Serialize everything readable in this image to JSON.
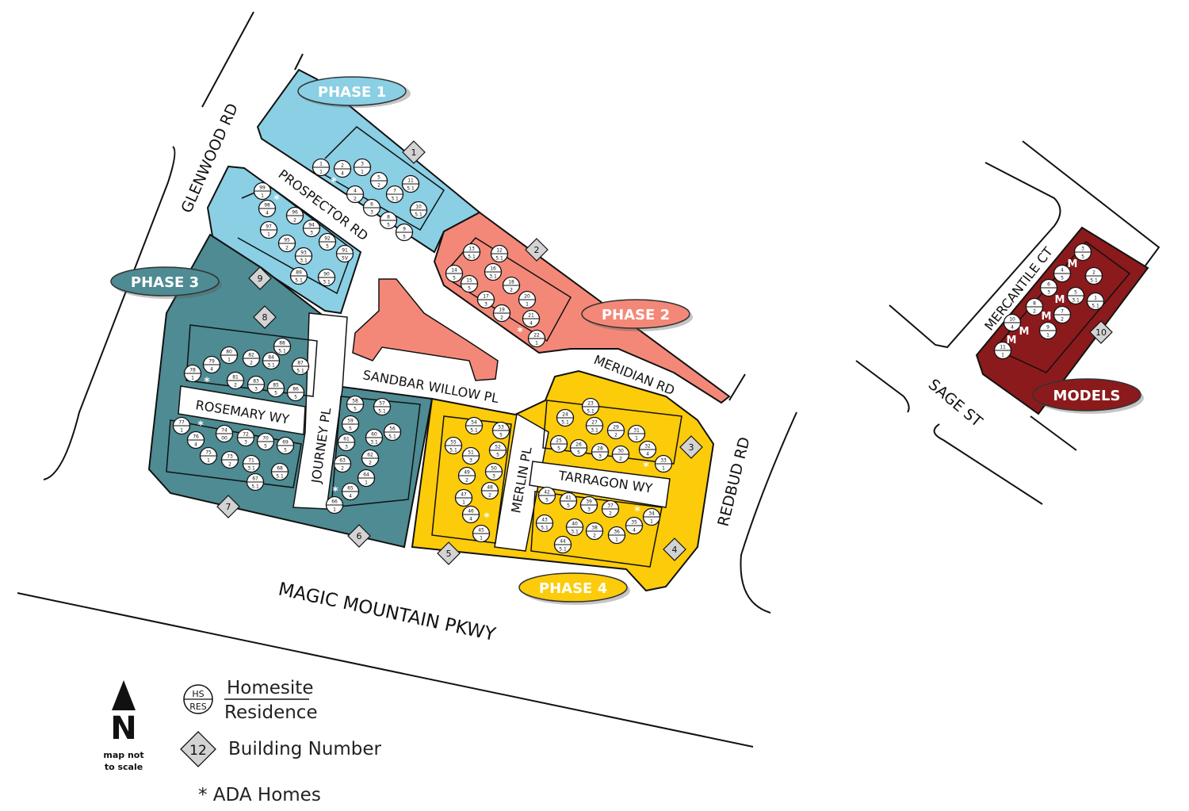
{
  "colors": {
    "phase1": "#8ACFE4",
    "phase2": "#F48878",
    "phase3": "#4E8B93",
    "phase4": "#FCCB0A",
    "models": "#8B1A1C",
    "building_badge": "#D3D3D3"
  },
  "phases": [
    {
      "key": "phase1",
      "label": "PHASE 1"
    },
    {
      "key": "phase2",
      "label": "PHASE 2"
    },
    {
      "key": "phase3",
      "label": "PHASE 3"
    },
    {
      "key": "phase4",
      "label": "PHASE 4"
    },
    {
      "key": "models",
      "label": "MODELS"
    }
  ],
  "streets": {
    "glenwood": "GLENWOOD RD",
    "prospector": "PROSPECTOR RD",
    "sandbar": "SANDBAR WILLOW PL",
    "meridian": "MERIDIAN RD",
    "rosemary": "ROSEMARY WY",
    "journey": "JOURNEY PL",
    "merlin": "MERLIN PL",
    "tarragon": "TARRAGON WY",
    "redbud": "REDBUD RD",
    "magic": "MAGIC MOUNTAIN PKWY",
    "mercantile": "MERCANTILE CT",
    "sage": "SAGE ST"
  },
  "buildings": [
    "1",
    "2",
    "3",
    "4",
    "5",
    "6",
    "7",
    "8",
    "9",
    "10"
  ],
  "homesites": [
    {
      "hs": "1",
      "res": "1"
    },
    {
      "hs": "2",
      "res": "4",
      "ada": true
    },
    {
      "hs": "3",
      "res": "1"
    },
    {
      "hs": "4",
      "res": "2"
    },
    {
      "hs": "5",
      "res": "2"
    },
    {
      "hs": "6",
      "res": "3"
    },
    {
      "hs": "7",
      "res": "3.1"
    },
    {
      "hs": "8",
      "res": "5"
    },
    {
      "hs": "9",
      "res": "5"
    },
    {
      "hs": "10",
      "res": "5.1"
    },
    {
      "hs": "11",
      "res": "5.1"
    },
    {
      "hs": "12",
      "res": "5.1"
    },
    {
      "hs": "13",
      "res": "5.1"
    },
    {
      "hs": "14",
      "res": "5"
    },
    {
      "hs": "15",
      "res": "5"
    },
    {
      "hs": "16",
      "res": "3.1"
    },
    {
      "hs": "17",
      "res": "3"
    },
    {
      "hs": "18",
      "res": "2"
    },
    {
      "hs": "19",
      "res": "2"
    },
    {
      "hs": "20",
      "res": "1"
    },
    {
      "hs": "21",
      "res": "4",
      "ada": true
    },
    {
      "hs": "22",
      "res": "1"
    },
    {
      "hs": "23",
      "res": "5.1"
    },
    {
      "hs": "24",
      "res": "5.1"
    },
    {
      "hs": "25",
      "res": "5"
    },
    {
      "hs": "26",
      "res": "5"
    },
    {
      "hs": "27",
      "res": "3.1"
    },
    {
      "hs": "28",
      "res": "3"
    },
    {
      "hs": "29",
      "res": "2"
    },
    {
      "hs": "30",
      "res": "2"
    },
    {
      "hs": "31",
      "res": "1"
    },
    {
      "hs": "32",
      "res": "4",
      "ada": true
    },
    {
      "hs": "33",
      "res": "1"
    },
    {
      "hs": "34",
      "res": "1"
    },
    {
      "hs": "35",
      "res": "4",
      "ada": true
    },
    {
      "hs": "36",
      "res": "1"
    },
    {
      "hs": "37",
      "res": "2"
    },
    {
      "hs": "38",
      "res": "2"
    },
    {
      "hs": "39",
      "res": "3"
    },
    {
      "hs": "40",
      "res": "3.1"
    },
    {
      "hs": "41",
      "res": "5"
    },
    {
      "hs": "42",
      "res": "5"
    },
    {
      "hs": "43",
      "res": "5.1"
    },
    {
      "hs": "44",
      "res": "5.1"
    },
    {
      "hs": "45",
      "res": "1"
    },
    {
      "hs": "46",
      "res": "4",
      "ada": true
    },
    {
      "hs": "47",
      "res": "1"
    },
    {
      "hs": "48",
      "res": "2"
    },
    {
      "hs": "49",
      "res": "2"
    },
    {
      "hs": "50",
      "res": "3"
    },
    {
      "hs": "51",
      "res": "3"
    },
    {
      "hs": "52",
      "res": "5"
    },
    {
      "hs": "53",
      "res": "5"
    },
    {
      "hs": "54",
      "res": "5.1"
    },
    {
      "hs": "55",
      "res": "5.1"
    },
    {
      "hs": "56",
      "res": "5.1"
    },
    {
      "hs": "57",
      "res": "5.1"
    },
    {
      "hs": "58",
      "res": "5"
    },
    {
      "hs": "59",
      "res": "5"
    },
    {
      "hs": "60",
      "res": "3.1"
    },
    {
      "hs": "61",
      "res": "3"
    },
    {
      "hs": "62",
      "res": "2"
    },
    {
      "hs": "63",
      "res": "2"
    },
    {
      "hs": "64",
      "res": "1"
    },
    {
      "hs": "65",
      "res": "4",
      "ada": true
    },
    {
      "hs": "66",
      "res": "1"
    },
    {
      "hs": "67",
      "res": "5.1"
    },
    {
      "hs": "68",
      "res": "5.1"
    },
    {
      "hs": "69",
      "res": "5"
    },
    {
      "hs": "70",
      "res": "5"
    },
    {
      "hs": "71",
      "res": "3.1"
    },
    {
      "hs": "72",
      "res": "3"
    },
    {
      "hs": "73",
      "res": "2"
    },
    {
      "hs": "74",
      "res": "00"
    },
    {
      "hs": "75",
      "res": "1"
    },
    {
      "hs": "76",
      "res": "4",
      "ada": true
    },
    {
      "hs": "77",
      "res": "1"
    },
    {
      "hs": "78",
      "res": "1"
    },
    {
      "hs": "79",
      "res": "4",
      "ada": true
    },
    {
      "hs": "80",
      "res": "1"
    },
    {
      "hs": "81",
      "res": "2"
    },
    {
      "hs": "82",
      "res": "2"
    },
    {
      "hs": "83",
      "res": "3"
    },
    {
      "hs": "84",
      "res": "3.1"
    },
    {
      "hs": "85",
      "res": "5"
    },
    {
      "hs": "86",
      "res": "5"
    },
    {
      "hs": "87",
      "res": "5.1"
    },
    {
      "hs": "88",
      "res": "5.1"
    },
    {
      "hs": "89",
      "res": "5.1"
    },
    {
      "hs": "90",
      "res": "3.1"
    },
    {
      "hs": "91",
      "res": "5V"
    },
    {
      "hs": "92",
      "res": "5"
    },
    {
      "hs": "93",
      "res": "3.1"
    },
    {
      "hs": "94",
      "res": "3"
    },
    {
      "hs": "95",
      "res": "2"
    },
    {
      "hs": "96",
      "res": "2"
    },
    {
      "hs": "97",
      "res": "1"
    },
    {
      "hs": "98",
      "res": "4",
      "ada": true
    },
    {
      "hs": "99",
      "res": "1"
    }
  ],
  "models": [
    {
      "hs": "1",
      "res": "5.1"
    },
    {
      "hs": "2",
      "res": "5.1"
    },
    {
      "hs": "3",
      "res": "5"
    },
    {
      "hs": "4",
      "res": "5"
    },
    {
      "hs": "5",
      "res": "3.1"
    },
    {
      "hs": "6",
      "res": "3"
    },
    {
      "hs": "7",
      "res": "2"
    },
    {
      "hs": "8",
      "res": "2"
    },
    {
      "hs": "9",
      "res": "1"
    },
    {
      "hs": "10",
      "res": "4"
    },
    {
      "hs": "11",
      "res": "1"
    }
  ],
  "model_marker": "M",
  "ada_marker": "*",
  "legend": {
    "north": "N",
    "scale_note_1": "map not",
    "scale_note_2": "to scale",
    "hs_abbr": "HS",
    "res_abbr": "RES",
    "homesite": "Homesite",
    "residence": "Residence",
    "building_example": "12",
    "building_number": "Building Number",
    "ada_homes": "* ADA Homes"
  }
}
